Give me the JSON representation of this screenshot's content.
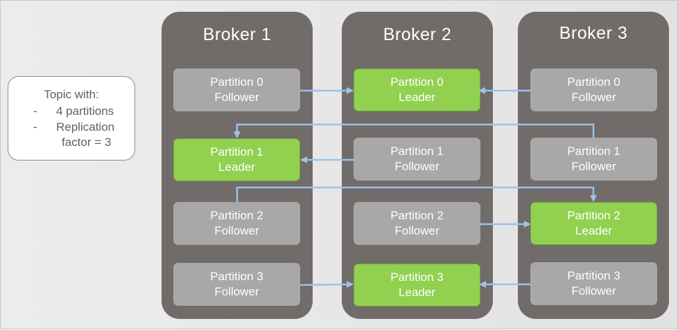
{
  "topic": {
    "title": "Topic with:",
    "items": [
      {
        "bullet": "-",
        "line1": "4 partitions",
        "line2": ""
      },
      {
        "bullet": "-",
        "line1": "Replication",
        "line2": "factor = 3"
      }
    ]
  },
  "brokers": [
    {
      "name": "Broker 1",
      "partitions": [
        {
          "name": "Partition 0",
          "role": "Follower"
        },
        {
          "name": "Partition 1",
          "role": "Leader"
        },
        {
          "name": "Partition 2",
          "role": "Follower"
        },
        {
          "name": "Partition 3",
          "role": "Follower"
        }
      ]
    },
    {
      "name": "Broker 2",
      "partitions": [
        {
          "name": "Partition 0",
          "role": "Leader"
        },
        {
          "name": "Partition 1",
          "role": "Follower"
        },
        {
          "name": "Partition 2",
          "role": "Follower"
        },
        {
          "name": "Partition 3",
          "role": "Leader"
        }
      ]
    },
    {
      "name": "Broker 3",
      "partitions": [
        {
          "name": "Partition 0",
          "role": "Follower"
        },
        {
          "name": "Partition 1",
          "role": "Follower"
        },
        {
          "name": "Partition 2",
          "role": "Leader"
        },
        {
          "name": "Partition 3",
          "role": "Follower"
        }
      ]
    }
  ],
  "colors": {
    "broker_bg": "#716b6a",
    "follower": "#a8a8a8",
    "leader": "#92d050",
    "arrow": "#9dc3e6"
  }
}
